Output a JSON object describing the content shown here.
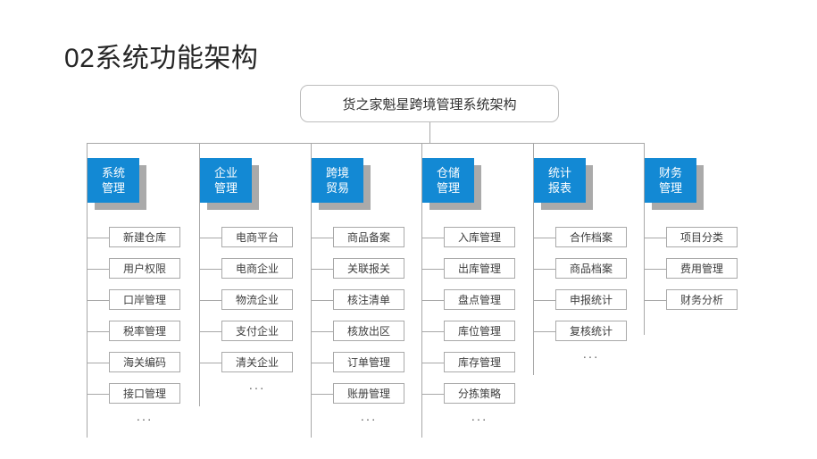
{
  "page": {
    "title": "02系统功能架构",
    "accent_color": "#1389d4",
    "shadow_color": "#aaaaaa",
    "line_color": "#a8a8a8",
    "ellipsis": "..."
  },
  "diagram": {
    "type": "tree",
    "root": {
      "label": "货之家魁星跨境管理系统架构"
    },
    "columns": [
      {
        "category": "系统管理",
        "category_lines": [
          "系统",
          "管理"
        ],
        "items": [
          "新建仓库",
          "用户权限",
          "口岸管理",
          "税率管理",
          "海关编码",
          "接口管理"
        ],
        "has_ellipsis": true
      },
      {
        "category": "企业管理",
        "category_lines": [
          "企业",
          "管理"
        ],
        "items": [
          "电商平台",
          "电商企业",
          "物流企业",
          "支付企业",
          "清关企业"
        ],
        "has_ellipsis": true
      },
      {
        "category": "跨境贸易",
        "category_lines": [
          "跨境",
          "贸易"
        ],
        "items": [
          "商品备案",
          "关联报关",
          "核注清单",
          "核放出区",
          "订单管理",
          "账册管理"
        ],
        "has_ellipsis": true
      },
      {
        "category": "仓储管理",
        "category_lines": [
          "仓储",
          "管理"
        ],
        "items": [
          "入库管理",
          "出库管理",
          "盘点管理",
          "库位管理",
          "库存管理",
          "分拣策略"
        ],
        "has_ellipsis": true
      },
      {
        "category": "统计报表",
        "category_lines": [
          "统计",
          "报表"
        ],
        "items": [
          "合作档案",
          "商品档案",
          "申报统计",
          "复核统计"
        ],
        "has_ellipsis": true
      },
      {
        "category": "财务管理",
        "category_lines": [
          "财务",
          "管理"
        ],
        "items": [
          "项目分类",
          "费用管理",
          "财务分析"
        ],
        "has_ellipsis": false
      }
    ]
  }
}
